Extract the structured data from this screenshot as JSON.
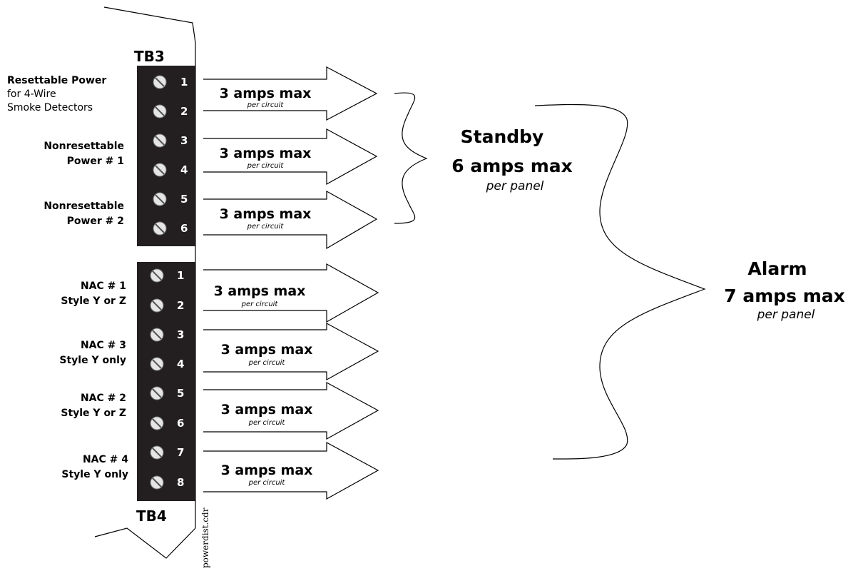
{
  "terminal_blocks": {
    "tb3": {
      "name": "TB3",
      "terminals": [
        "1",
        "2",
        "3",
        "4",
        "5",
        "6"
      ],
      "circuits": [
        {
          "label_bold": "Resettable Power",
          "label_lines": [
            "for 4-Wire",
            "Smoke Detectors"
          ]
        },
        {
          "label_lines": [
            "Nonresettable",
            "Power # 1"
          ]
        },
        {
          "label_lines": [
            "Nonresettable",
            "Power # 2"
          ]
        }
      ]
    },
    "tb4": {
      "name": "TB4",
      "terminals": [
        "1",
        "2",
        "3",
        "4",
        "5",
        "6",
        "7",
        "8"
      ],
      "circuits": [
        {
          "label_lines": [
            "NAC # 1",
            "Style Y or Z"
          ]
        },
        {
          "label_lines": [
            "NAC # 3",
            "Style Y only"
          ]
        },
        {
          "label_lines": [
            "NAC # 2",
            "Style Y or Z"
          ]
        },
        {
          "label_lines": [
            "NAC # 4",
            "Style Y only"
          ]
        }
      ]
    }
  },
  "circuit_limit": {
    "amps": "3 amps max",
    "scope": "per circuit"
  },
  "standby": {
    "title": "Standby",
    "amps": "6 amps max",
    "scope": "per panel"
  },
  "alarm": {
    "title": "Alarm",
    "amps": "7 amps max",
    "scope": "per panel"
  },
  "file_name": "powerdist.cdr",
  "colors": {
    "block_fill": "#231f20",
    "screw_fill": "#e5e5e5",
    "line": "#000000"
  }
}
